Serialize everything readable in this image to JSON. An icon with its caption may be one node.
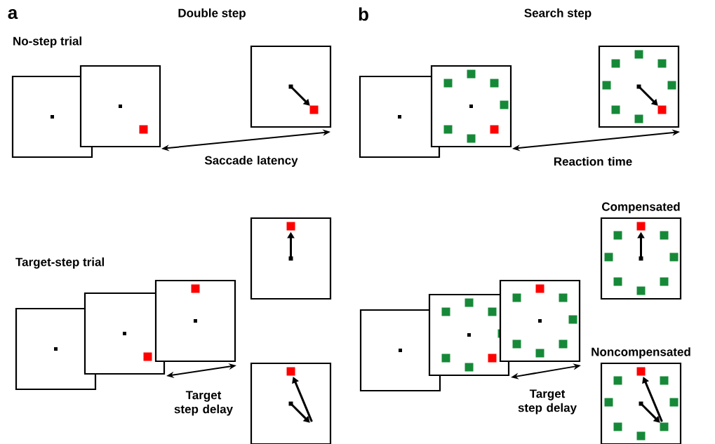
{
  "diagram": {
    "nodes": [
      {
        "text": [],
        "shape": "box"
      },
      {
        "text": [],
        "shape": "box"
      },
      {
        "text": [],
        "shape": "box"
      },
      {
        "text": [],
        "shape": "box"
      },
      {
        "text": [],
        "shape": "box"
      },
      {
        "text": [],
        "shape": "box"
      },
      {
        "text": [],
        "shape": "box"
      },
      {
        "text": [],
        "shape": "box"
      },
      {
        "text": [],
        "shape": "box"
      },
      {
        "text": [],
        "shape": "box"
      },
      {
        "text": [],
        "shape": "box"
      },
      {
        "text": [
          "Compensated"
        ]
      },
      {
        "text": [],
        "shape": "box"
      },
      {
        "text": [],
        "shape": "box"
      },
      {
        "text": [],
        "shape": "box"
      },
      {
        "text": [
          "Noncompensated"
        ]
      }
    ],
    "edges": [
      {
        "from": 1,
        "to": 2,
        "arrow": "both",
        "label": "Saccade latency"
      },
      {
        "from": 5,
        "to": 6,
        "arrow": "both",
        "label": "Target step delay"
      },
      {
        "from": 9,
        "to": 10,
        "arrow": "both",
        "label": "Reaction time"
      },
      {
        "from": 13,
        "to": 14,
        "arrow": "both",
        "label": "Target step delay"
      }
    ],
    "labels": [
      "a",
      "Double step",
      "b",
      "Search step",
      "No-step trial",
      "Target-step trial"
    ]
  }
}
